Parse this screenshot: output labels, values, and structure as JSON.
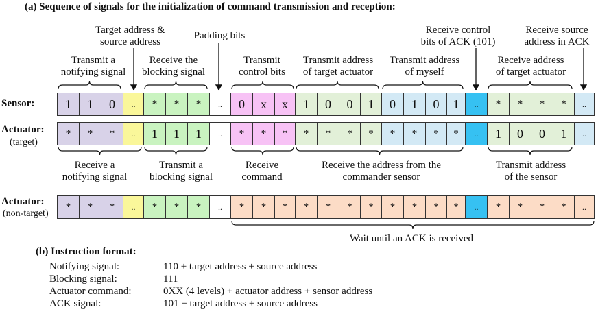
{
  "title": "(a) Sequence of signals for the initialization of command transmission and reception:",
  "colors": {
    "purple": "#d8d2e8",
    "yellow": "#faf79a",
    "green": "#c9f3c0",
    "white": "#ffffff",
    "pink": "#f7c2f5",
    "lightgreen": "#e2f0d8",
    "blue": "#d3e9f5",
    "cyan": "#36c1f2",
    "peach": "#fcdcc6"
  },
  "rows": [
    {
      "label": "Sensor:",
      "sublabel": "",
      "cells": [
        {
          "t": "1",
          "c": "purple"
        },
        {
          "t": "1",
          "c": "purple"
        },
        {
          "t": "0",
          "c": "purple"
        },
        {
          "t": "..",
          "c": "yellow"
        },
        {
          "t": "*",
          "c": "green"
        },
        {
          "t": "*",
          "c": "green"
        },
        {
          "t": "*",
          "c": "green"
        },
        {
          "t": "..",
          "c": "white"
        },
        {
          "t": "0",
          "c": "pink"
        },
        {
          "t": "x",
          "c": "pink"
        },
        {
          "t": "x",
          "c": "pink"
        },
        {
          "t": "1",
          "c": "lightgreen"
        },
        {
          "t": "0",
          "c": "lightgreen"
        },
        {
          "t": "0",
          "c": "lightgreen"
        },
        {
          "t": "1",
          "c": "lightgreen"
        },
        {
          "t": "0",
          "c": "blue"
        },
        {
          "t": "1",
          "c": "blue"
        },
        {
          "t": "0",
          "c": "blue"
        },
        {
          "t": "1",
          "c": "blue"
        },
        {
          "t": "..",
          "c": "cyan"
        },
        {
          "t": "*",
          "c": "lightgreen"
        },
        {
          "t": "*",
          "c": "lightgreen"
        },
        {
          "t": "*",
          "c": "lightgreen"
        },
        {
          "t": "*",
          "c": "lightgreen"
        },
        {
          "t": "..",
          "c": "blue"
        }
      ]
    },
    {
      "label": "Actuator:",
      "sublabel": "(target)",
      "cells": [
        {
          "t": "*",
          "c": "purple"
        },
        {
          "t": "*",
          "c": "purple"
        },
        {
          "t": "*",
          "c": "purple"
        },
        {
          "t": "..",
          "c": "yellow"
        },
        {
          "t": "1",
          "c": "green"
        },
        {
          "t": "1",
          "c": "green"
        },
        {
          "t": "1",
          "c": "green"
        },
        {
          "t": "..",
          "c": "white"
        },
        {
          "t": "*",
          "c": "pink"
        },
        {
          "t": "*",
          "c": "pink"
        },
        {
          "t": "*",
          "c": "pink"
        },
        {
          "t": "*",
          "c": "lightgreen"
        },
        {
          "t": "*",
          "c": "lightgreen"
        },
        {
          "t": "*",
          "c": "lightgreen"
        },
        {
          "t": "*",
          "c": "lightgreen"
        },
        {
          "t": "*",
          "c": "blue"
        },
        {
          "t": "*",
          "c": "blue"
        },
        {
          "t": "*",
          "c": "blue"
        },
        {
          "t": "*",
          "c": "blue"
        },
        {
          "t": "..",
          "c": "cyan"
        },
        {
          "t": "1",
          "c": "lightgreen"
        },
        {
          "t": "0",
          "c": "lightgreen"
        },
        {
          "t": "0",
          "c": "lightgreen"
        },
        {
          "t": "1",
          "c": "lightgreen"
        },
        {
          "t": "..",
          "c": "blue"
        }
      ]
    },
    {
      "label": "Actuator:",
      "sublabel": "(non-target)",
      "cells": [
        {
          "t": "*",
          "c": "purple"
        },
        {
          "t": "*",
          "c": "purple"
        },
        {
          "t": "*",
          "c": "purple"
        },
        {
          "t": "..",
          "c": "yellow"
        },
        {
          "t": "*",
          "c": "green"
        },
        {
          "t": "*",
          "c": "green"
        },
        {
          "t": "*",
          "c": "green"
        },
        {
          "t": "..",
          "c": "white"
        },
        {
          "t": "*",
          "c": "peach"
        },
        {
          "t": "*",
          "c": "peach"
        },
        {
          "t": "*",
          "c": "peach"
        },
        {
          "t": "*",
          "c": "peach"
        },
        {
          "t": "*",
          "c": "peach"
        },
        {
          "t": "*",
          "c": "peach"
        },
        {
          "t": "*",
          "c": "peach"
        },
        {
          "t": "*",
          "c": "peach"
        },
        {
          "t": "*",
          "c": "peach"
        },
        {
          "t": "*",
          "c": "peach"
        },
        {
          "t": "*",
          "c": "peach"
        },
        {
          "t": "..",
          "c": "cyan"
        },
        {
          "t": "*",
          "c": "peach"
        },
        {
          "t": "*",
          "c": "peach"
        },
        {
          "t": "*",
          "c": "peach"
        },
        {
          "t": "*",
          "c": "peach"
        },
        {
          "t": "..",
          "c": "peach"
        }
      ]
    }
  ],
  "annotations": {
    "transmit_notifying": "Transmit a\nnotifying signal",
    "target_source": "Target address &\nsource  address",
    "receive_blocking": "Receive the\nblocking signal",
    "padding_bits": "Padding bits",
    "transmit_control": "Transmit\ncontrol bits",
    "transmit_target": "Transmit address\nof target actuator",
    "transmit_myself": "Transmit address\nof myself",
    "receive_control_ack": "Receive control\nbits of ACK (101)",
    "receive_source_ack": "Receive source\naddress in ACK",
    "receive_target": "Receive address\nof target actuator",
    "receive_notifying": "Receive a\nnotifying signal",
    "transmit_blocking": "Transmit a\nblocking signal",
    "receive_command": "Receive\ncommand",
    "receive_address_commander": "Receive the address from the\ncommander sensor",
    "transmit_sensor_address": "Transmit address\nof the sensor",
    "wait_ack": "Wait until an ACK is received"
  },
  "instruction": {
    "title": "(b) Instruction format:",
    "items": [
      {
        "name": "Notifying signal:",
        "value": "110 + target address + source address"
      },
      {
        "name": "Blocking signal:",
        "value": "111"
      },
      {
        "name": "Actuator command:",
        "value": "0XX (4 levels) + actuator address + sensor address"
      },
      {
        "name": "ACK signal:",
        "value": "101 + target address + source address"
      }
    ]
  }
}
